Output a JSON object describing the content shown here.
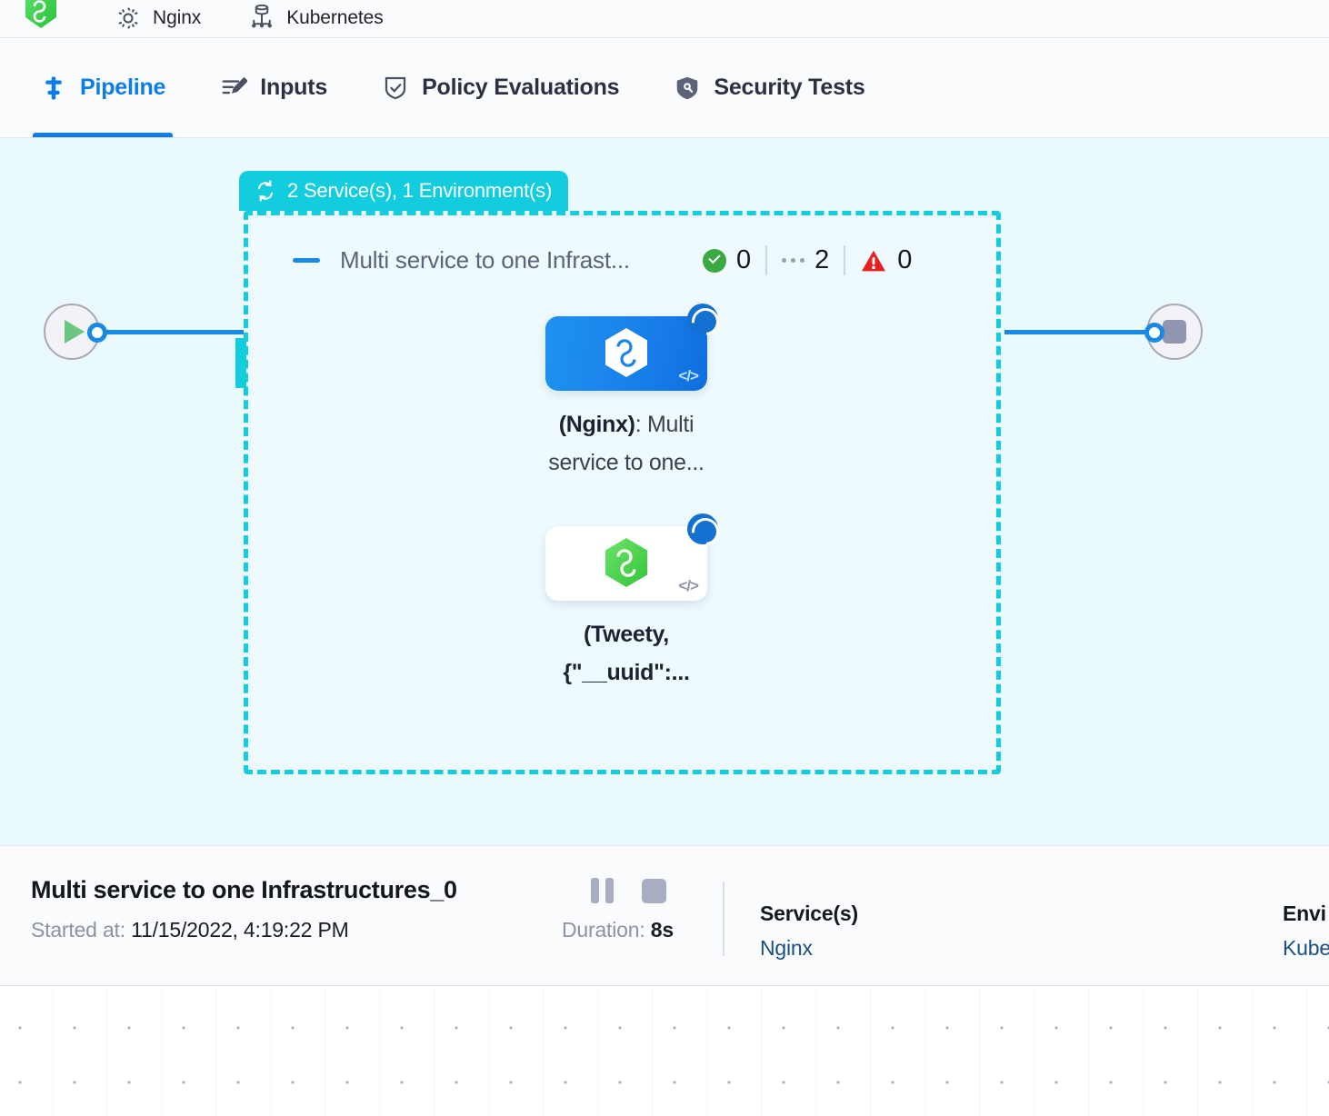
{
  "top_strip": {
    "items": [
      {
        "icon": "hexagon-infinity-logo",
        "label": ""
      },
      {
        "icon": "gear-icon",
        "label": "Nginx"
      },
      {
        "icon": "kubernetes-infrastructure-icon",
        "label": "Kubernetes"
      }
    ]
  },
  "tabs": [
    {
      "label": "Pipeline",
      "icon": "pipeline-icon",
      "active": true
    },
    {
      "label": "Inputs",
      "icon": "inputs-pencil-icon",
      "active": false
    },
    {
      "label": "Policy Evaluations",
      "icon": "policy-shield-check-icon",
      "active": false
    },
    {
      "label": "Security Tests",
      "icon": "security-shield-icon",
      "active": false
    }
  ],
  "canvas": {
    "group": {
      "label": "2 Service(s), 1 Environment(s)",
      "icon": "loop-repeat-icon",
      "border_color": "#12cddd"
    },
    "stage": {
      "title": "Multi service to one Infrast...",
      "counters": [
        {
          "icon": "success-check-icon",
          "value": "0"
        },
        {
          "icon": "pending-dots-icon",
          "value": "2"
        },
        {
          "icon": "error-warning-icon",
          "value": "0"
        }
      ]
    },
    "nodes": [
      {
        "logo": "hexagon-infinity-logo-white",
        "code_icon": "code-brackets-icon",
        "status_icon": "running-spinner-icon",
        "label_bold": "(Nginx)",
        "label_rest": ": Multi service to one..."
      },
      {
        "logo": "hexagon-infinity-logo-green",
        "code_icon": "code-brackets-icon",
        "status_icon": "running-spinner-icon",
        "label_bold": "(Tweety,",
        "label_rest": "{\"__uuid\":..."
      }
    ],
    "start_node": {
      "icon": "play-icon"
    },
    "end_node": {
      "icon": "stop-icon"
    }
  },
  "detail": {
    "title": "Multi service to one Infrastructures_0",
    "started_label": "Started at:",
    "started_value": "11/15/2022, 4:19:22 PM",
    "pause_icon": "pause-icon",
    "stop_icon": "stop-icon",
    "duration_label": "Duration:",
    "duration_value": "8s",
    "services": {
      "label": "Service(s)",
      "value": "Nginx"
    },
    "environments": {
      "label": "Envi",
      "value": "Kube"
    }
  },
  "colors": {
    "accent_blue": "#0b7ce8",
    "group_cyan": "#12cddd",
    "canvas_bg": "#eaf9fc",
    "success_green": "#3aa93f",
    "error_red": "#e8201f"
  }
}
